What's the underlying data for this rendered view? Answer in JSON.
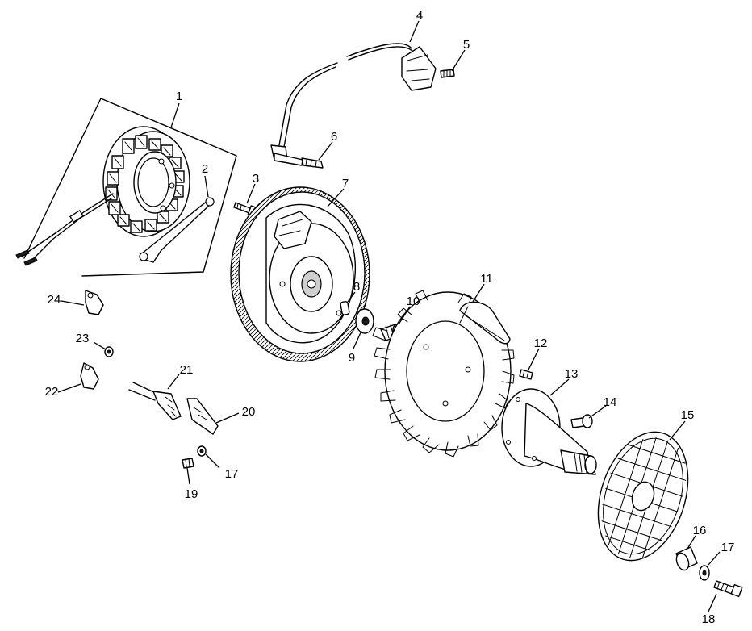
{
  "diagram": {
    "callouts": [
      {
        "id": "c1",
        "label": "1"
      },
      {
        "id": "c2",
        "label": "2"
      },
      {
        "id": "c3",
        "label": "3"
      },
      {
        "id": "c4",
        "label": "4"
      },
      {
        "id": "c5",
        "label": "5"
      },
      {
        "id": "c6",
        "label": "6"
      },
      {
        "id": "c7",
        "label": "7"
      },
      {
        "id": "c8",
        "label": "8"
      },
      {
        "id": "c9",
        "label": "9"
      },
      {
        "id": "c10",
        "label": "10"
      },
      {
        "id": "c11",
        "label": "11"
      },
      {
        "id": "c12",
        "label": "12"
      },
      {
        "id": "c13",
        "label": "13"
      },
      {
        "id": "c14",
        "label": "14"
      },
      {
        "id": "c15",
        "label": "15"
      },
      {
        "id": "c16",
        "label": "16"
      },
      {
        "id": "c17a",
        "label": "17"
      },
      {
        "id": "c17b",
        "label": "17"
      },
      {
        "id": "c18",
        "label": "18"
      },
      {
        "id": "c19",
        "label": "19"
      },
      {
        "id": "c20",
        "label": "20"
      },
      {
        "id": "c21",
        "label": "21"
      },
      {
        "id": "c22",
        "label": "22"
      },
      {
        "id": "c23",
        "label": "23"
      },
      {
        "id": "c24",
        "label": "24"
      }
    ]
  }
}
